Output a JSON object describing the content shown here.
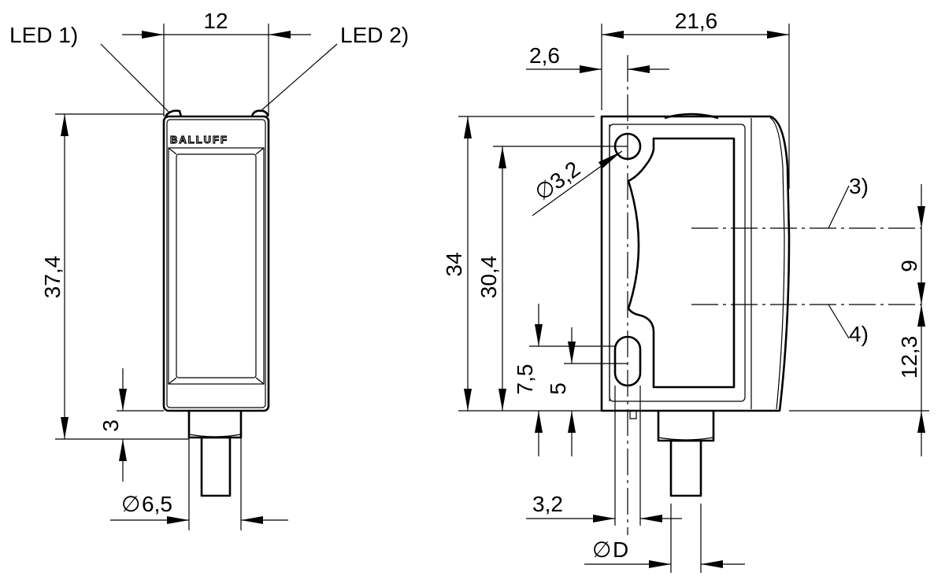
{
  "front_view": {
    "led_left": "LED 1)",
    "led_right": "LED 2)",
    "brand": "BALLUFF",
    "dim_width": "12",
    "dim_height": "37,4",
    "dim_plug": "3",
    "dim_plug_diameter_symbol": "∅",
    "dim_plug_diameter": "6,5"
  },
  "side_view": {
    "dim_depth": "21,6",
    "dim_offset": "2,6",
    "dim_height": "34",
    "dim_hole_spacing": "30,4",
    "dim_hole_symbol": "∅",
    "dim_hole": "3,2",
    "dim_slot_pos": "7,5",
    "dim_slot_len": "5",
    "dim_slot_x": "3,2",
    "dim_cable_symbol": "∅",
    "dim_cable": "D",
    "note_upper": "3)",
    "note_lower": "4)",
    "dim_axis_spacing": "9",
    "dim_axis_bottom": "12,3"
  }
}
